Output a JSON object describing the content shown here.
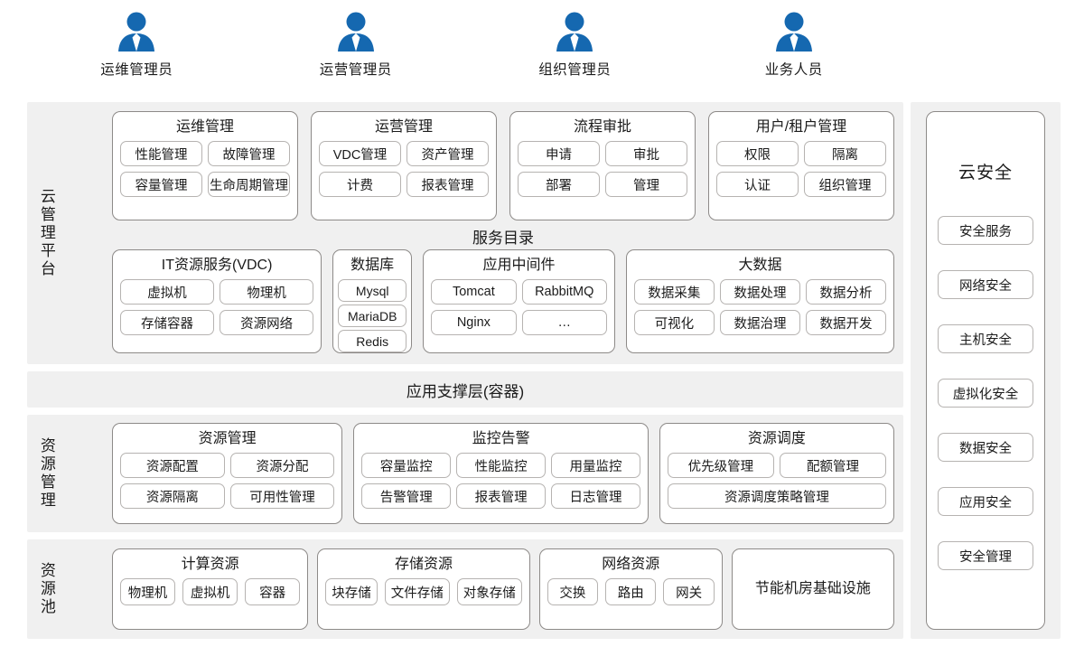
{
  "personas": [
    {
      "label": "运维管理员",
      "icon": "person-icon"
    },
    {
      "label": "运营管理员",
      "icon": "person-icon"
    },
    {
      "label": "组织管理员",
      "icon": "person-icon"
    },
    {
      "label": "业务人员",
      "icon": "person-icon"
    }
  ],
  "colors": {
    "persona_blue": "#1568b0",
    "band_gray": "#f0f0f0",
    "card_border": "#8d8a88",
    "chip_border": "#b6b3b1",
    "page_background": "#ffffff",
    "text": "#1b1b1b"
  },
  "cmp": {
    "side_label": "云管理平台",
    "top_cards": [
      {
        "title": "运维管理",
        "chips": [
          "性能管理",
          "故障管理",
          "容量管理",
          "生命周期管理"
        ]
      },
      {
        "title": "运营管理",
        "chips": [
          "VDC管理",
          "资产管理",
          "计费",
          "报表管理"
        ]
      },
      {
        "title": "流程审批",
        "chips": [
          "申请",
          "审批",
          "部署",
          "管理"
        ]
      },
      {
        "title": "用户/租户管理",
        "chips": [
          "权限",
          "隔离",
          "认证",
          "组织管理"
        ]
      }
    ],
    "service_catalog_title": "服务目录",
    "service_cards": [
      {
        "title": "IT资源服务(VDC)",
        "chips": [
          "虚拟机",
          "物理机",
          "存储容器",
          "资源网络"
        ]
      },
      {
        "title": "数据库",
        "chips": [
          "Mysql",
          "MariaDB",
          "Redis"
        ]
      },
      {
        "title": "应用中间件",
        "chips": [
          "Tomcat",
          "RabbitMQ",
          "Nginx",
          "…"
        ]
      },
      {
        "title": "大数据",
        "chips": [
          "数据采集",
          "数据处理",
          "数据分析",
          "可视化",
          "数据治理",
          "数据开发"
        ]
      }
    ]
  },
  "app_support": {
    "label": "应用支撑层(容器)"
  },
  "resource_management": {
    "side_label": "资源管理",
    "cards": [
      {
        "title": "资源管理",
        "chips": [
          "资源配置",
          "资源分配",
          "资源隔离",
          "可用性管理"
        ]
      },
      {
        "title": "监控告警",
        "chips": [
          "容量监控",
          "性能监控",
          "用量监控",
          "告警管理",
          "报表管理",
          "日志管理"
        ]
      },
      {
        "title": "资源调度",
        "chips": [
          "优先级管理",
          "配额管理",
          "资源调度策略管理"
        ]
      }
    ]
  },
  "resource_pool": {
    "side_label": "资源池",
    "cards": [
      {
        "title": "计算资源",
        "chips": [
          "物理机",
          "虚拟机",
          "容器"
        ]
      },
      {
        "title": "存储资源",
        "chips": [
          "块存储",
          "文件存储",
          "对象存储"
        ]
      },
      {
        "title": "网络资源",
        "chips": [
          "交换",
          "路由",
          "网关"
        ]
      },
      {
        "title": "节能机房基础设施",
        "chips": []
      }
    ]
  },
  "cloud_security": {
    "title": "云安全",
    "items": [
      "安全服务",
      "网络安全",
      "主机安全",
      "虚拟化安全",
      "数据安全",
      "应用安全",
      "安全管理"
    ]
  }
}
